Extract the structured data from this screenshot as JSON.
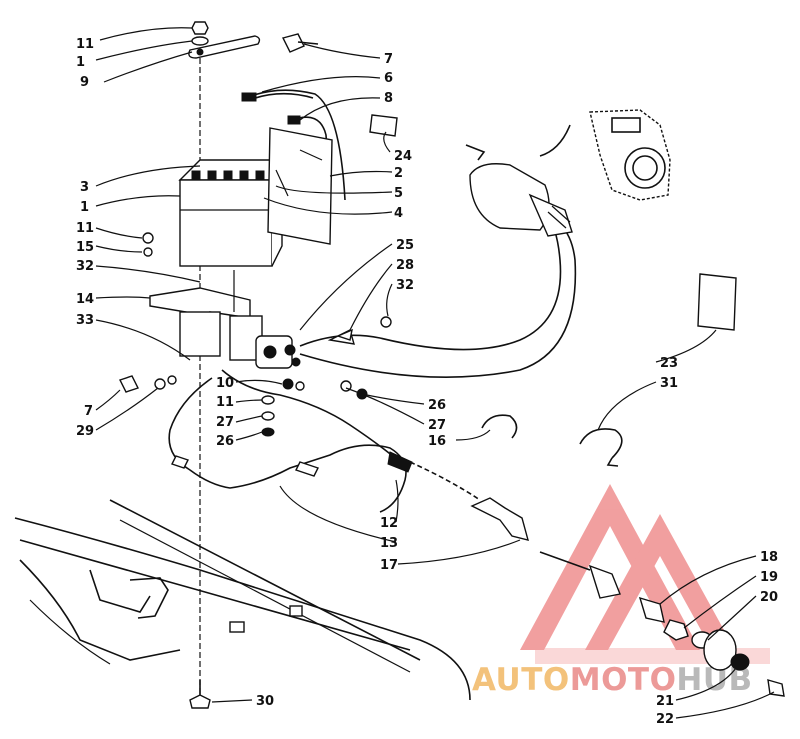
{
  "watermark": {
    "auto": "AUTO",
    "moto": "MOTO",
    "hub": "HUB",
    "colors": {
      "auto": "#f3c27b",
      "moto": "#ec9a98",
      "hub": "#b9b9b9",
      "triangle": "#ef8f8f"
    }
  },
  "callouts": [
    {
      "id": "c-11-a",
      "text": "11"
    },
    {
      "id": "c-1-a",
      "text": "1"
    },
    {
      "id": "c-9",
      "text": "9"
    },
    {
      "id": "c-7-a",
      "text": "7"
    },
    {
      "id": "c-6",
      "text": "6"
    },
    {
      "id": "c-8",
      "text": "8"
    },
    {
      "id": "c-24",
      "text": "24"
    },
    {
      "id": "c-3",
      "text": "3"
    },
    {
      "id": "c-1-b",
      "text": "1"
    },
    {
      "id": "c-2",
      "text": "2"
    },
    {
      "id": "c-5",
      "text": "5"
    },
    {
      "id": "c-4",
      "text": "4"
    },
    {
      "id": "c-11-b",
      "text": "11"
    },
    {
      "id": "c-15",
      "text": "15"
    },
    {
      "id": "c-32-a",
      "text": "32"
    },
    {
      "id": "c-25",
      "text": "25"
    },
    {
      "id": "c-28",
      "text": "28"
    },
    {
      "id": "c-32-b",
      "text": "32"
    },
    {
      "id": "c-14",
      "text": "14"
    },
    {
      "id": "c-33",
      "text": "33"
    },
    {
      "id": "c-10",
      "text": "10"
    },
    {
      "id": "c-11-c",
      "text": "11"
    },
    {
      "id": "c-7-b",
      "text": "7"
    },
    {
      "id": "c-29",
      "text": "29"
    },
    {
      "id": "c-27-a",
      "text": "27"
    },
    {
      "id": "c-26-a",
      "text": "26"
    },
    {
      "id": "c-26-b",
      "text": "26"
    },
    {
      "id": "c-27-b",
      "text": "27"
    },
    {
      "id": "c-16",
      "text": "16"
    },
    {
      "id": "c-23",
      "text": "23"
    },
    {
      "id": "c-31",
      "text": "31"
    },
    {
      "id": "c-12",
      "text": "12"
    },
    {
      "id": "c-13",
      "text": "13"
    },
    {
      "id": "c-17",
      "text": "17"
    },
    {
      "id": "c-18",
      "text": "18"
    },
    {
      "id": "c-19",
      "text": "19"
    },
    {
      "id": "c-20",
      "text": "20"
    },
    {
      "id": "c-21",
      "text": "21"
    },
    {
      "id": "c-22",
      "text": "22"
    },
    {
      "id": "c-30",
      "text": "30"
    }
  ]
}
